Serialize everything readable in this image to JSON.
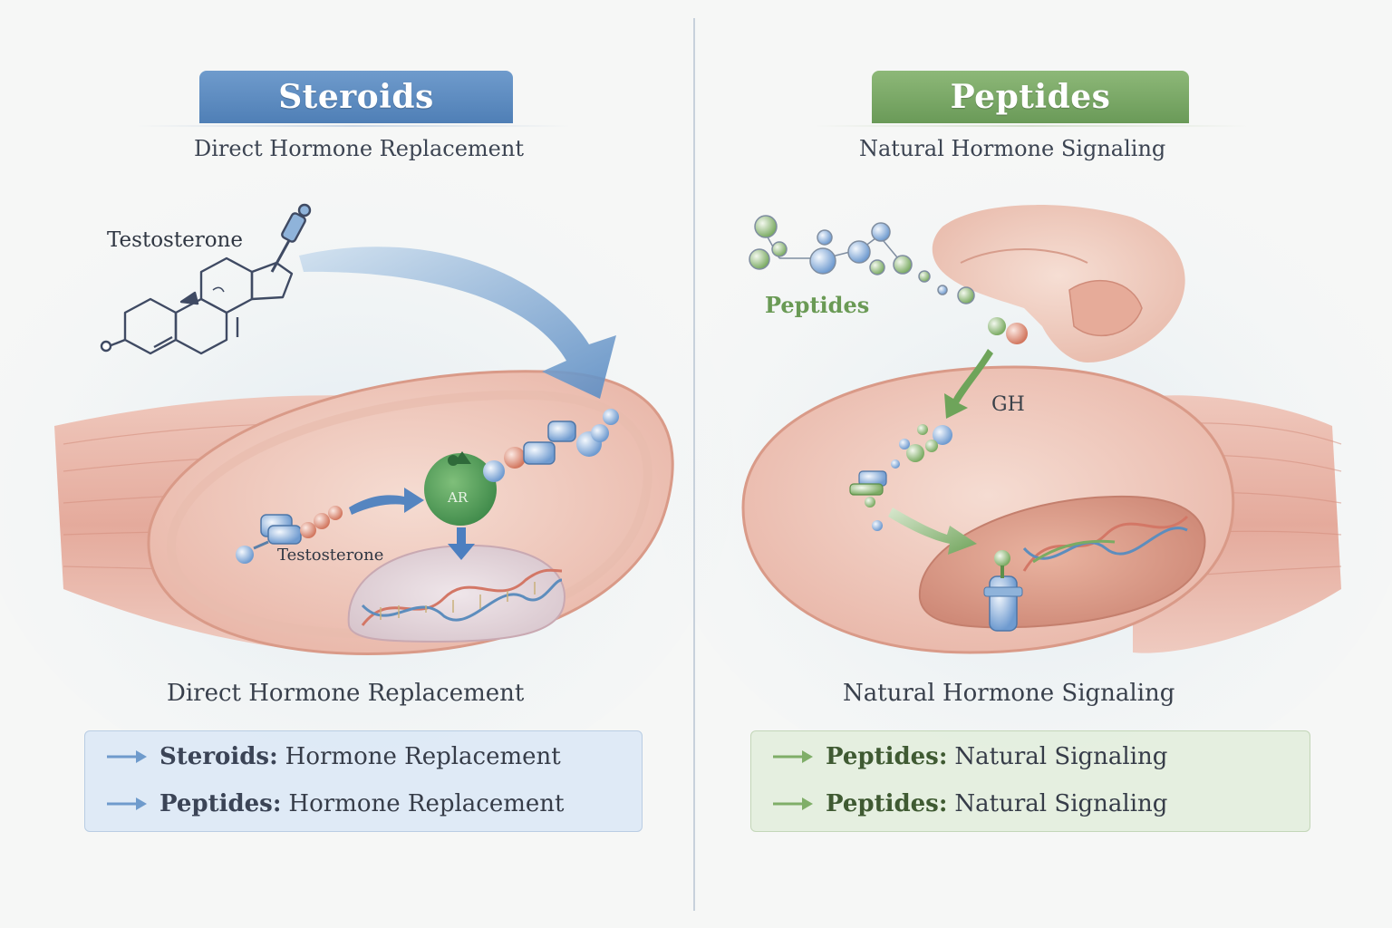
{
  "colors": {
    "steroid_blue": "#5a88bf",
    "peptide_green": "#77a863",
    "muscle_red": "#e0a194",
    "cell_pink": "#f1c9bd"
  },
  "left_panel": {
    "tab_title": "Steroids",
    "subtitle": "Direct Hormone Replacement",
    "molecule_label": "Testosterone",
    "inner_molecule_label": "Testosterone",
    "receptor_label": "AR",
    "caption": "Direct Hormone Replacement",
    "key": [
      {
        "bold": "Steroids:",
        "text": "Hormone Replacement"
      },
      {
        "bold": "Peptides:",
        "text": "Hormone Replacement"
      }
    ]
  },
  "right_panel": {
    "tab_title": "Peptides",
    "subtitle": "Natural Hormone Signaling",
    "peptide_label": "Peptides",
    "gh_label": "GH",
    "caption": "Natural Hormone Signaling",
    "key": [
      {
        "bold": "Peptides:",
        "text": "Natural Signaling"
      },
      {
        "bold": "Peptides:",
        "text": "Natural Signaling"
      }
    ]
  }
}
